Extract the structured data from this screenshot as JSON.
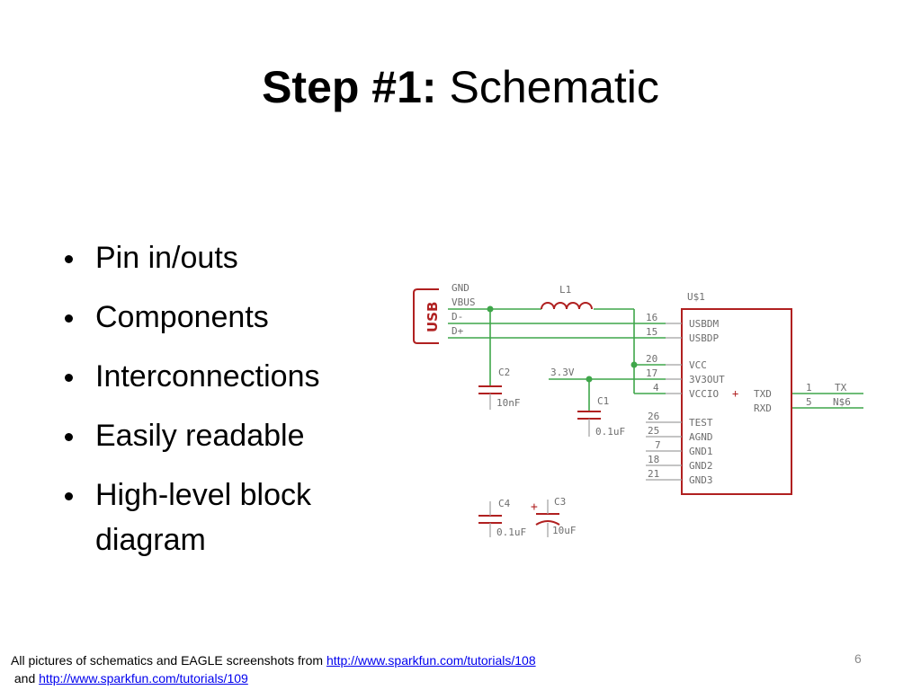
{
  "title": {
    "bold": "Step #1:",
    "rest": "Schematic"
  },
  "bullets": [
    "Pin in/outs",
    "Components",
    "Interconnections",
    "Easily readable",
    "High-level block diagram"
  ],
  "schematic": {
    "connector": {
      "name": "USB",
      "pins": [
        "GND",
        "VBUS",
        "D-",
        "D+"
      ]
    },
    "inductor": "L1",
    "supply": "3.3V",
    "chip": {
      "name": "U$1",
      "left_pins": [
        {
          "num": "16",
          "label": "USBDM"
        },
        {
          "num": "15",
          "label": "USBDP"
        },
        {
          "num": "20",
          "label": "VCC"
        },
        {
          "num": "17",
          "label": "3V3OUT"
        },
        {
          "num": "4",
          "label": "VCCIO"
        },
        {
          "num": "26",
          "label": "TEST"
        },
        {
          "num": "25",
          "label": "AGND"
        },
        {
          "num": "7",
          "label": "GND1"
        },
        {
          "num": "18",
          "label": "GND2"
        },
        {
          "num": "21",
          "label": "GND3"
        }
      ],
      "right_pins": [
        {
          "num": "1",
          "label": "TXD",
          "net": "TX"
        },
        {
          "num": "5",
          "label": "RXD",
          "net": "N$6"
        }
      ]
    },
    "capacitors": [
      {
        "name": "C2",
        "value": "10nF"
      },
      {
        "name": "C1",
        "value": "0.1uF"
      },
      {
        "name": "C4",
        "value": "0.1uF"
      },
      {
        "name": "C3",
        "value": "10uF"
      }
    ]
  },
  "footer": {
    "line1_prefix": "All pictures of schematics and EAGLE screenshots from ",
    "link1": "http://www.sparkfun.com/tutorials/108",
    "line2_prefix": "and ",
    "link2": "http://www.sparkfun.com/tutorials/109"
  },
  "page_number": "6"
}
